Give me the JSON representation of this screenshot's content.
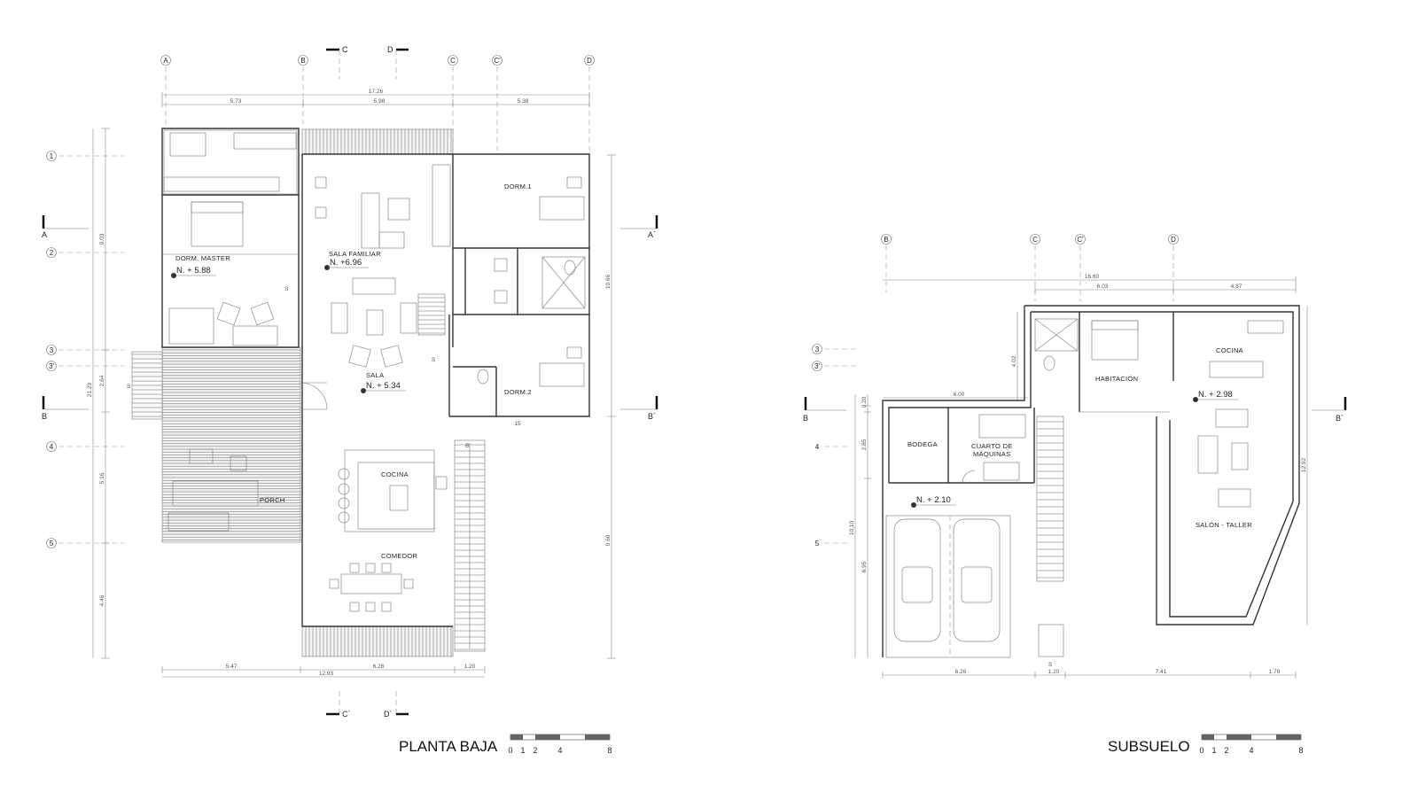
{
  "planta_baja": {
    "title": "PLANTA BAJA",
    "grid_columns": [
      "A",
      "B",
      "C",
      "C'",
      "D"
    ],
    "grid_rows": [
      "1",
      "2",
      "3",
      "3'",
      "4",
      "5"
    ],
    "dims_top": {
      "total": "17.26",
      "parts": [
        "5.73",
        "5.98",
        "5.38"
      ]
    },
    "dims_bottom": {
      "total": "12.93",
      "parts": [
        "5.47",
        "6.26",
        "1.20"
      ]
    },
    "dims_left_outer": "21.29",
    "dims_left": [
      "9.03",
      "2.64",
      "5.16",
      "4.46"
    ],
    "dims_right": [
      "10.66",
      "9.60"
    ],
    "dim_small": "15",
    "rooms": {
      "dorm_master": "DORM. MASTER",
      "sala_familiar": "SALA FAMILIAR",
      "dorm1": "DORM.1",
      "sala": "SALA",
      "dorm2": "DORM.2",
      "cocina": "COCINA",
      "porch": "PORCH",
      "comedor": "COMEDOR"
    },
    "levels": {
      "master": "N. + 5.88",
      "familiar": "N. +6.96",
      "sala": "N. + 5.34"
    },
    "sections": {
      "a": "A",
      "a_prime": "A´",
      "b": "B",
      "b_prime": "B´",
      "c": "C",
      "d": "D",
      "c_prime": "C´",
      "d_prime": "D´"
    },
    "stair_marks": [
      "S",
      "S",
      "S",
      "B"
    ]
  },
  "subsuelo": {
    "title": "SUBSUELO",
    "grid_columns": [
      "B",
      "C",
      "C'",
      "D"
    ],
    "grid_rows": [
      "3",
      "3'",
      "4",
      "5"
    ],
    "dims_top": {
      "total": "16.60",
      "parts": [
        "6.03",
        "4.87"
      ]
    },
    "dims_bottom": [
      "6.26",
      "1.20",
      "7.41",
      "1.79"
    ],
    "dims_left": [
      "0.20",
      "2.85",
      "10.10",
      "6.95"
    ],
    "dim_upper": "6.00",
    "dim_side": "4.02",
    "dims_right": "12.92",
    "rooms": {
      "habitacion": "HABITACIÓN",
      "cocina": "COCINA",
      "bodega": "BODEGA",
      "cuarto_line1": "CUARTO DE",
      "cuarto_line2": "MÁQUINAS",
      "salon": "SALÓN - TALLER"
    },
    "levels": {
      "upper": "N. + 2.98",
      "lower": "N. + 2.10"
    },
    "sections": {
      "b": "B",
      "b_prime": "B´"
    },
    "stair_mark": "S"
  },
  "scale_labels": [
    "0",
    "1",
    "2",
    "4",
    "8"
  ]
}
